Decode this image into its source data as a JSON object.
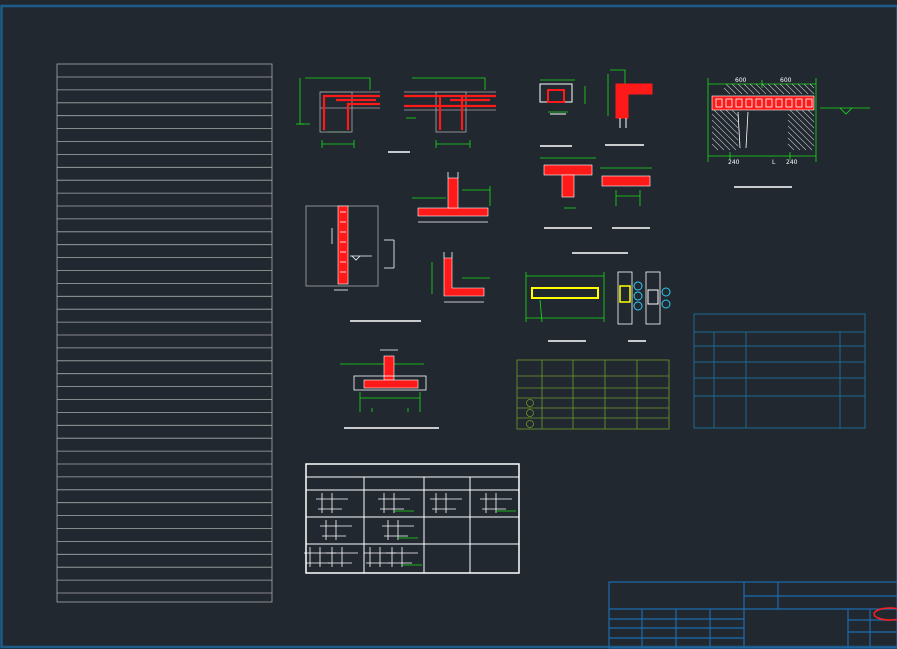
{
  "drawing": {
    "colors": {
      "background": "#212830",
      "frame": "#1d5c8a",
      "line": "#ffffff",
      "rebar": "#ff1a1a",
      "dimension": "#18e018",
      "outline": "#aaaaaa",
      "concrete_fill": "#ffffff",
      "beam_bar": "#ffff00",
      "ground_hatch": "#bbbbbb",
      "mark_circle": "#2ecaf0",
      "green_table": "#6e9a2a",
      "blue_table": "#1d6a92",
      "title_block": "#1e6cae",
      "stamp": "#ff2020"
    },
    "dimension_labels": {
      "top_left_width": "600",
      "top_right_width": "600",
      "left_support": "240",
      "span": "L",
      "right_support": "240"
    }
  }
}
